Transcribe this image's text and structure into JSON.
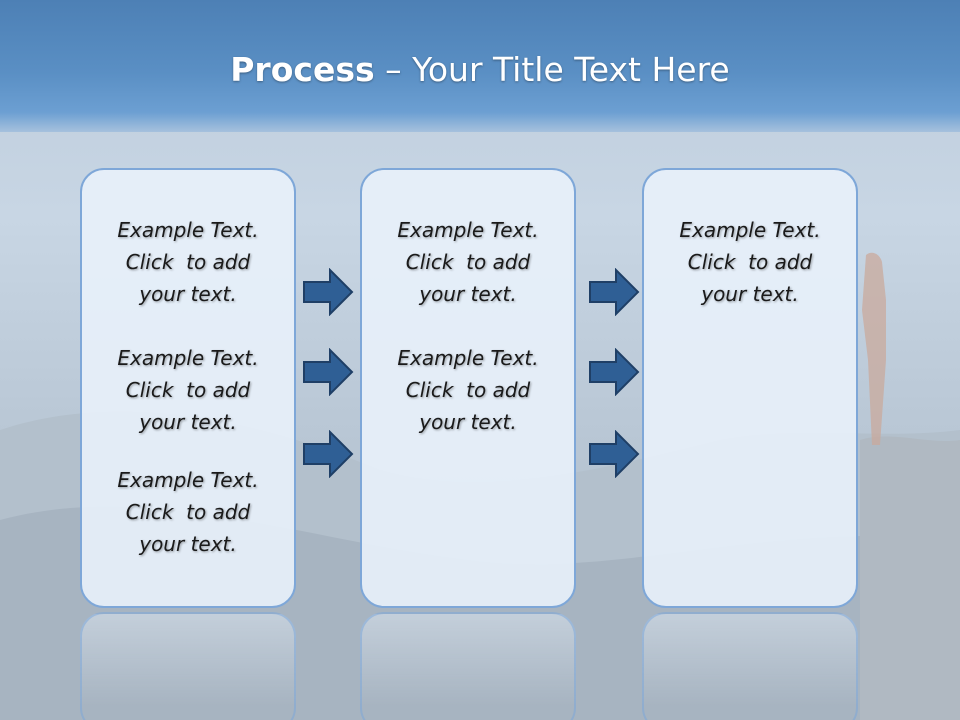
{
  "title": {
    "bold": "Process",
    "rest": "  – Your Title Text Here"
  },
  "columns": [
    {
      "items": [
        [
          "Example Text.",
          "Click  to add",
          "your text."
        ],
        [
          "Example Text.",
          "Click  to add",
          "your text."
        ],
        [
          "Example Text.",
          "Click  to add",
          "your text."
        ]
      ]
    },
    {
      "items": [
        [
          "Example Text.",
          "Click  to add",
          "your text."
        ],
        [
          "Example Text.",
          "Click  to add",
          "your text."
        ]
      ]
    },
    {
      "items": [
        [
          "Example Text.",
          "Click  to add",
          "your text."
        ]
      ]
    }
  ],
  "colors": {
    "title_band": "#5a8fc4",
    "panel_border": "#7ea7d8",
    "arrow_fill": "#2f5f95",
    "arrow_stroke": "#1f3f66"
  }
}
